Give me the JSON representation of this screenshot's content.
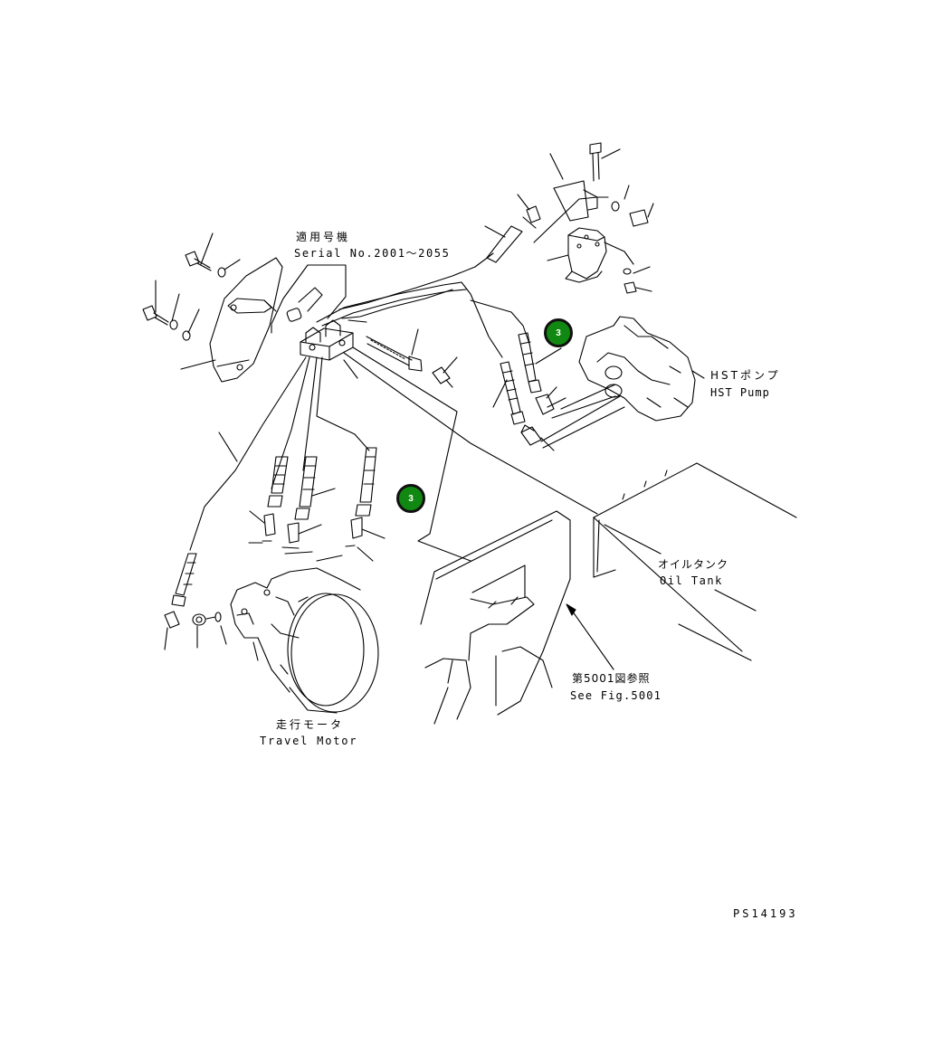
{
  "labels": {
    "serial_jp": "適用号機",
    "serial_en": "Serial No.2001～2055",
    "pump_jp": "HSTポンプ",
    "pump_en": "HST Pump",
    "tank_jp": "オイルタンク",
    "tank_en": "Oil Tank",
    "fig_jp": "第5001図参照",
    "fig_en": "See Fig.5001",
    "motor_jp": "走行モータ",
    "motor_en": "Travel Motor",
    "drawing_no": "PS14193"
  },
  "callouts": [
    {
      "number": "3"
    },
    {
      "number": "3"
    }
  ],
  "colors": {
    "callout_fill": "#118811",
    "line": "#000000"
  }
}
